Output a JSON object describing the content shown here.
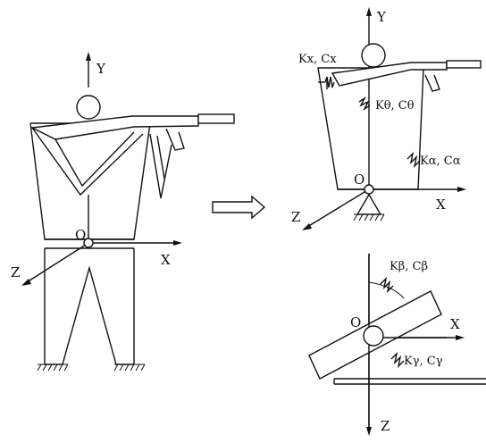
{
  "figure": {
    "left": {
      "axis_y": "Y",
      "axis_x": "X",
      "axis_z": "Z",
      "origin": "O"
    },
    "upper_right": {
      "axis_y": "Y",
      "axis_x": "X",
      "axis_z": "Z",
      "origin": "O",
      "spring_x": "Kx, Cx",
      "spring_theta": "Kθ, Cθ",
      "spring_alpha": "Kα, Cα"
    },
    "lower_right": {
      "axis_x": "X",
      "axis_z": "Z",
      "origin": "O",
      "spring_beta": "Kβ, Cβ",
      "spring_gamma": "Kγ, Cγ"
    },
    "arrow": "transform-arrow"
  }
}
